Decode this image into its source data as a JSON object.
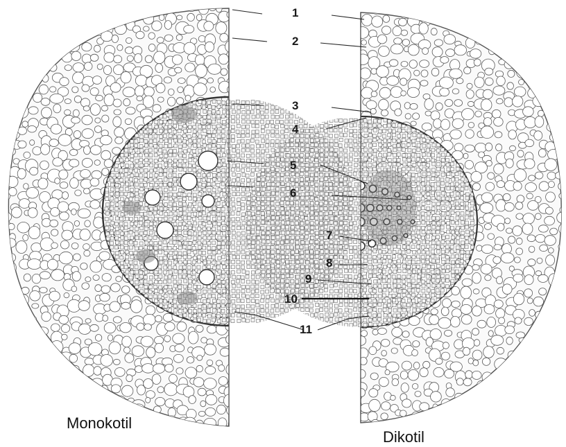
{
  "diagram": {
    "labels": [
      "1",
      "2",
      "3",
      "4",
      "5",
      "6",
      "7",
      "8",
      "9",
      "10",
      "11"
    ],
    "captions": {
      "left": "Monokotil",
      "right": "Dikotil"
    }
  }
}
